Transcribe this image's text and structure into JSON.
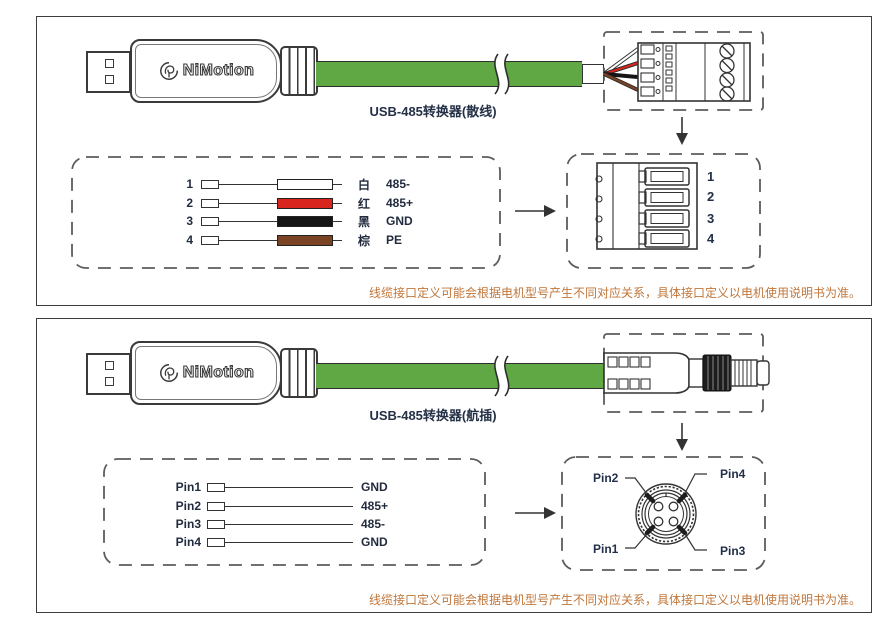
{
  "brand": "NiMotion",
  "colors": {
    "cable_green": "#5fa844",
    "note_orange": "#c0763a",
    "line_dark": "#3a3a3a",
    "label_dark": "#243046"
  },
  "panels": [
    {
      "title": "USB-485转换器(散线)",
      "note": "线缆接口定义可能会根据电机型号产生不同对应关系，具体接口定义以电机使用说明书为准。",
      "wires": [
        {
          "num": "1",
          "color_name": "白",
          "signal": "485-",
          "hex": "#ffffff"
        },
        {
          "num": "2",
          "color_name": "红",
          "signal": "485+",
          "hex": "#d8251d"
        },
        {
          "num": "3",
          "color_name": "黑",
          "signal": "GND",
          "hex": "#151515"
        },
        {
          "num": "4",
          "color_name": "棕",
          "signal": "PE",
          "hex": "#7a4323"
        }
      ],
      "terminal_pins": [
        "1",
        "2",
        "3",
        "4"
      ]
    },
    {
      "title": "USB-485转换器(航插)",
      "note": "线缆接口定义可能会根据电机型号产生不同对应关系，具体接口定义以电机使用说明书为准。",
      "wires": [
        {
          "num": "Pin1",
          "signal": "GND"
        },
        {
          "num": "Pin2",
          "signal": "485+"
        },
        {
          "num": "Pin3",
          "signal": "485-"
        },
        {
          "num": "Pin4",
          "signal": "GND"
        }
      ],
      "face": {
        "tl": "Pin2",
        "tr": "Pin4",
        "bl": "Pin1",
        "br": "Pin3"
      }
    }
  ]
}
